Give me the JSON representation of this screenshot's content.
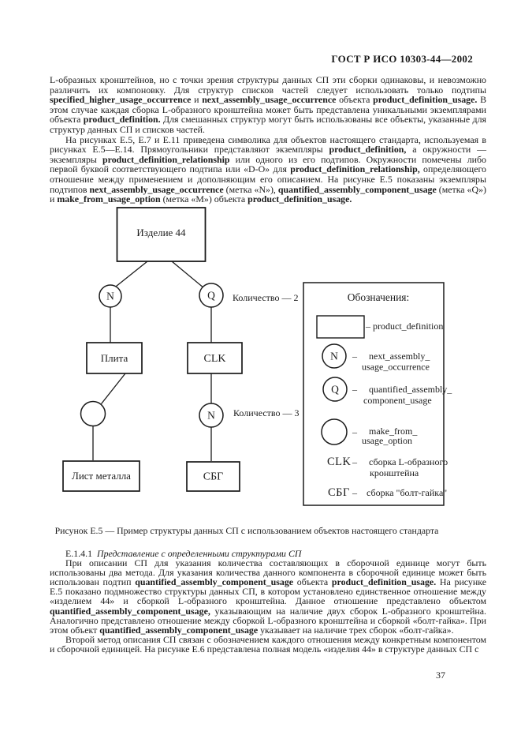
{
  "header": {
    "standard": "ГОСТ Р ИСО 10303-44—2002"
  },
  "page_number": "37",
  "paragraphs": {
    "p1": "L-образных кронштейнов, но с точки зрения структуры данных СП эти сборки одинаковы, и невозможно различить их компоновку. Для структур списков частей следует использовать только подтипы **specified_higher_usage_occurrence** и **next_assembly_usage_occurrence** объекта **product_definition_usage.** В этом случае каждая сборка L-образного кронштейна может быть представлена уникальными экземплярами объекта **product_definition.** Для смешанных структур могут быть использованы все объекты, указанные для структур данных СП и списков частей.",
    "p2": "На рисунках Е.5, Е.7 и Е.11 приведена символика для объектов настоящего стандарта, используемая в рисунках Е.5—Е.14. Прямоугольники представляют экземпляры **product_definition,** а окружности — экземпляры **product_definition_relationship** или одного из его подтипов. Окружности помечены либо первой буквой соответствующего подтипа или «D-O» для **product_definition_relationship,** определяющего отношение между применением и дополняющим его описанием. На рисунке Е.5 показаны экземпляры подтипов **next_assembly_usage_occurrence** (метка «N»), **quantified_assembly_component_usage** (метка «Q») и **make_from_usage_option** (метка «М») объекта **product_definition_usage.**",
    "p3": "При описании СП для указания количества составляющих в сборочной единице могут быть использованы два метода. Для указания количества данного компонента в сборочной единице может быть использован подтип **quantified_assembly_component_usage** объекта **product_definition_usage.** На рисунке Е.5 показано подмножество структуры данных СП, в котором установлено единственное отношение между «изделием 44» и сборкой L-образного кронштейна. Данное отношение представлено объектом **quantified_assembly_component_usage,** указывающим на наличие двух сборок L-образного кронштейна. Аналогично представлено отношение между сборкой L-образного кронштейна и сборкой «болт-гайка». При этом объект **quantified_assembly_component_usage** указывает на наличие трех сборок «болт-гайка».",
    "p4": "Второй метод описания СП связан с обозначением каждого отношения между конкретным компонентом и сборочной единицей. На рисунке Е.6 представлена полная модель «изделия 44» в структуре данных СП с"
  },
  "section": {
    "number": "Е.1.4.1",
    "title": "Представление с определенными структурами СП"
  },
  "figure": {
    "caption": "Рисунок Е.5 — Пример структуры данных СП с использованием объектов настоящего стандарта"
  },
  "diagram": {
    "nodes": {
      "root": "Изделие 44",
      "plita": "Плита",
      "clk": "CLK",
      "list": "Лист металла",
      "sbg": "СБГ"
    },
    "circles": {
      "n1": "N",
      "q": "Q",
      "n2": "N"
    },
    "annotations": {
      "qty2": "Количество — 2",
      "qty3": "Количество — 3"
    },
    "legend": {
      "title": "Обозначения:",
      "dash": "–",
      "product_definition": "– product_definition",
      "next1": "next_assembly_",
      "next2": "usage_occurrence",
      "quant1": "quantified_assembly_",
      "quant2": "component_usage",
      "make1": "make_from_",
      "make2": "usage_option",
      "clk_sym": "CLK",
      "clk1": "сборка L-образного",
      "clk2": "кронштейна",
      "sbg_sym": "СБГ",
      "sbg1": "сборка \"болт-гайка\""
    }
  }
}
